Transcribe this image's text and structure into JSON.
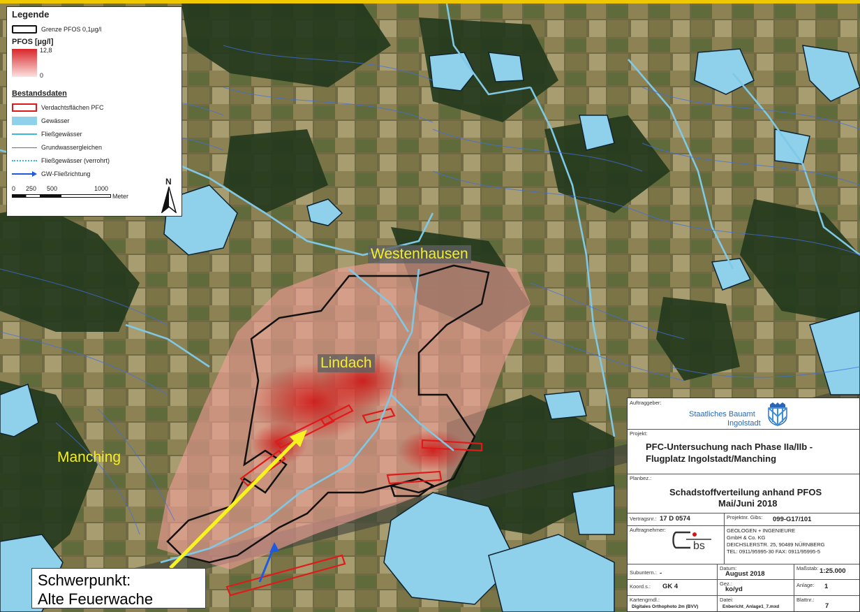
{
  "places": {
    "westenhausen": "Westenhausen",
    "lindach": "Lindach",
    "manching": "Manching"
  },
  "callout": {
    "line1": "Schwerpunkt:",
    "line2": "Alte Feuerwache"
  },
  "legend": {
    "title": "Legende",
    "boundary": "Grenze PFOS 0,1µg/l",
    "pfos_title": "PFOS [µg/l]",
    "pfos_max": "12,8",
    "pfos_min": "0",
    "section": "Bestandsdaten",
    "items": {
      "suspect": "Verdachtsflächen PFC",
      "water": "Gewässer",
      "stream": "Fließgewässer",
      "gw_contours": "Grundwassergleichen",
      "stream_piped": "Fließgewässer (verrohrt)",
      "gw_direction": "GW-Fließrichtung"
    },
    "scale": {
      "t0": "0",
      "t1": "250",
      "t2": "500",
      "t3": "1000",
      "unit": "Meter"
    },
    "north": "N"
  },
  "titleblock": {
    "client_label": "Auftraggeber:",
    "client_name1": "Staatliches Bauamt",
    "client_name2": "Ingolstadt",
    "project_label": "Projekt:",
    "project1": "PFC-Untersuchung nach Phase IIa/IIb -",
    "project2": "Flugplatz Ingolstadt/Manching",
    "plan_label": "Planbez.:",
    "plan1": "Schadstoffverteilung anhand PFOS",
    "plan2": "Mai/Juni 2018",
    "contract_label": "Vertragsnr.:",
    "contract": "17 D 0574",
    "projnr_label": "Projektnr. Gibs:",
    "projnr": "099-G17/101",
    "contractor_label": "Auftragnehmer:",
    "contractor1": "GEOLOGEN + INGENIEURE",
    "contractor2": "GmbH & Co. KG",
    "contractor3": "DEICHSLERSTR. 25, 90489 NÜRNBERG",
    "contractor4": "TEL: 0911/95995-30 FAX: 0911/95995-5",
    "sub_label": "Subuntern.:",
    "sub": "-",
    "date_label": "Datum:",
    "date": "August 2018",
    "scale_label": "Maßstab:",
    "scale": "1:25.000",
    "coord_label": "Koord.s.:",
    "coord": "GK 4",
    "drawn_label": "Gez.:",
    "drawn": "ko/yd",
    "annex_label": "Anlage:",
    "annex": "1",
    "base_label": "Kartengrndl.:",
    "base": "Digitales Orthophoto 2m (BVV)",
    "file_label": "Datei:",
    "file": "Enbericht_Anlage1_7.mxd",
    "sheet_label": "Blattnr.:",
    "sheet": "7"
  }
}
